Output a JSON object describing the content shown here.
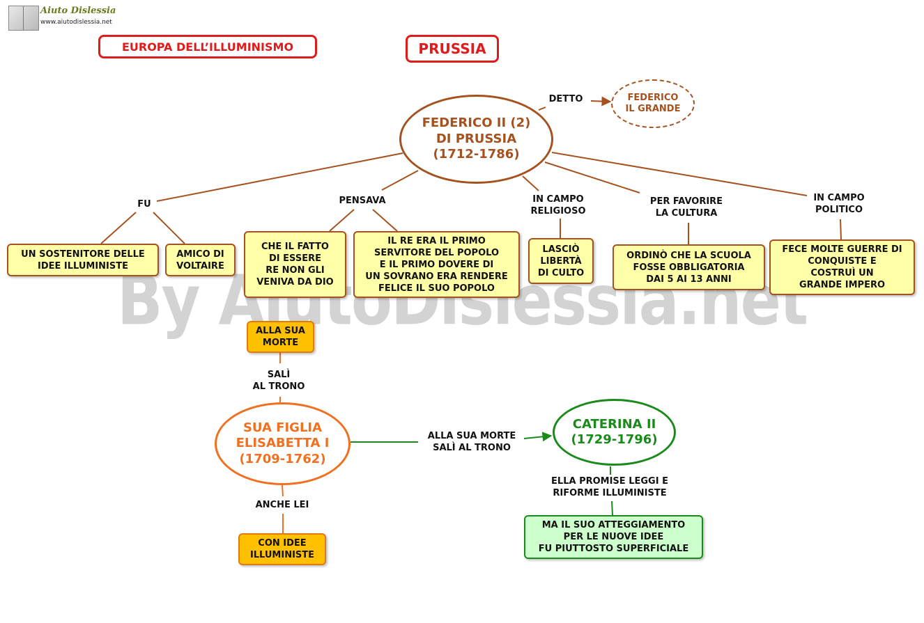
{
  "logo": {
    "brand": "Aiuto Dislessia",
    "url": "www.aiutodislessia.net"
  },
  "titles": {
    "europe": "EUROPA DELL’ILLUMINISMO",
    "prussia": "PRUSSIA"
  },
  "watermark": "By AiutoDislessia.net",
  "nodes": {
    "federico": "FEDERICO II (2)\nDI PRUSSIA\n(1712-1786)",
    "federico_grande": "FEDERICO\nIL GRANDE",
    "sostenitore": "UN SOSTENITORE  DELLE\nIDEE  ILLUMINISTE",
    "amico": "AMICO DI\nVOLTAIRE",
    "fatto": "CHE IL FATTO\nDI ESSERE\nRE NON GLI\nVENIVA DA DIO",
    "primo": "IL RE ERA IL PRIMO\nSERVITORE DEL POPOLO\nE IL PRIMO DOVERE DI\nUN SOVRANO ERA RENDERE\nFELICE IL SUO POPOLO",
    "culto": "LASCIÒ\nLIBERTÀ\nDI CULTO",
    "scuola": "ORDINÒ  CHE LA SCUOLA\nFOSSE OBBLIGATORIA\nDAI 5 AI 13 ANNI",
    "guerre": "FECE MOLTE GUERRE DI\nCONQUISTE E\nCOSTRUÌ UN\nGRANDE  IMPERO",
    "alla_morte": "ALLA SUA\nMORTE",
    "elisabetta": "SUA FIGLIA\nELISABETTA I\n(1709-1762)",
    "idee": "CON IDEE\nILLUMINISTE",
    "caterina": "CATERINA  II\n(1729-1796)",
    "atteggiamento": "MA IL SUO ATTEGGIAMENTO\nPER LE NUOVE IDEE\nFU PIUTTOSTO SUPERFICIALE"
  },
  "labels": {
    "detto": "DETTO",
    "fu": "FU",
    "pensava": "PENSAVA",
    "religioso": "IN CAMPO\nRELIGIOSO",
    "cultura": "PER FAVORIRE\nLA CULTURA",
    "politico": "IN CAMPO\nPOLITICO",
    "sali": "SALÌ\nAL TRONO",
    "anche": "ANCHE LEI",
    "morte_trono": "ALLA SUA MORTE\nSALÌ AL TRONO",
    "promise": "ELLA PROMISE LEGGI E\nRIFORME ILLUMINISTE"
  },
  "colors": {
    "title_red": "#e01b1b",
    "brown": "#a5521f",
    "orange": "#f07020",
    "green": "#1a8a1a"
  }
}
